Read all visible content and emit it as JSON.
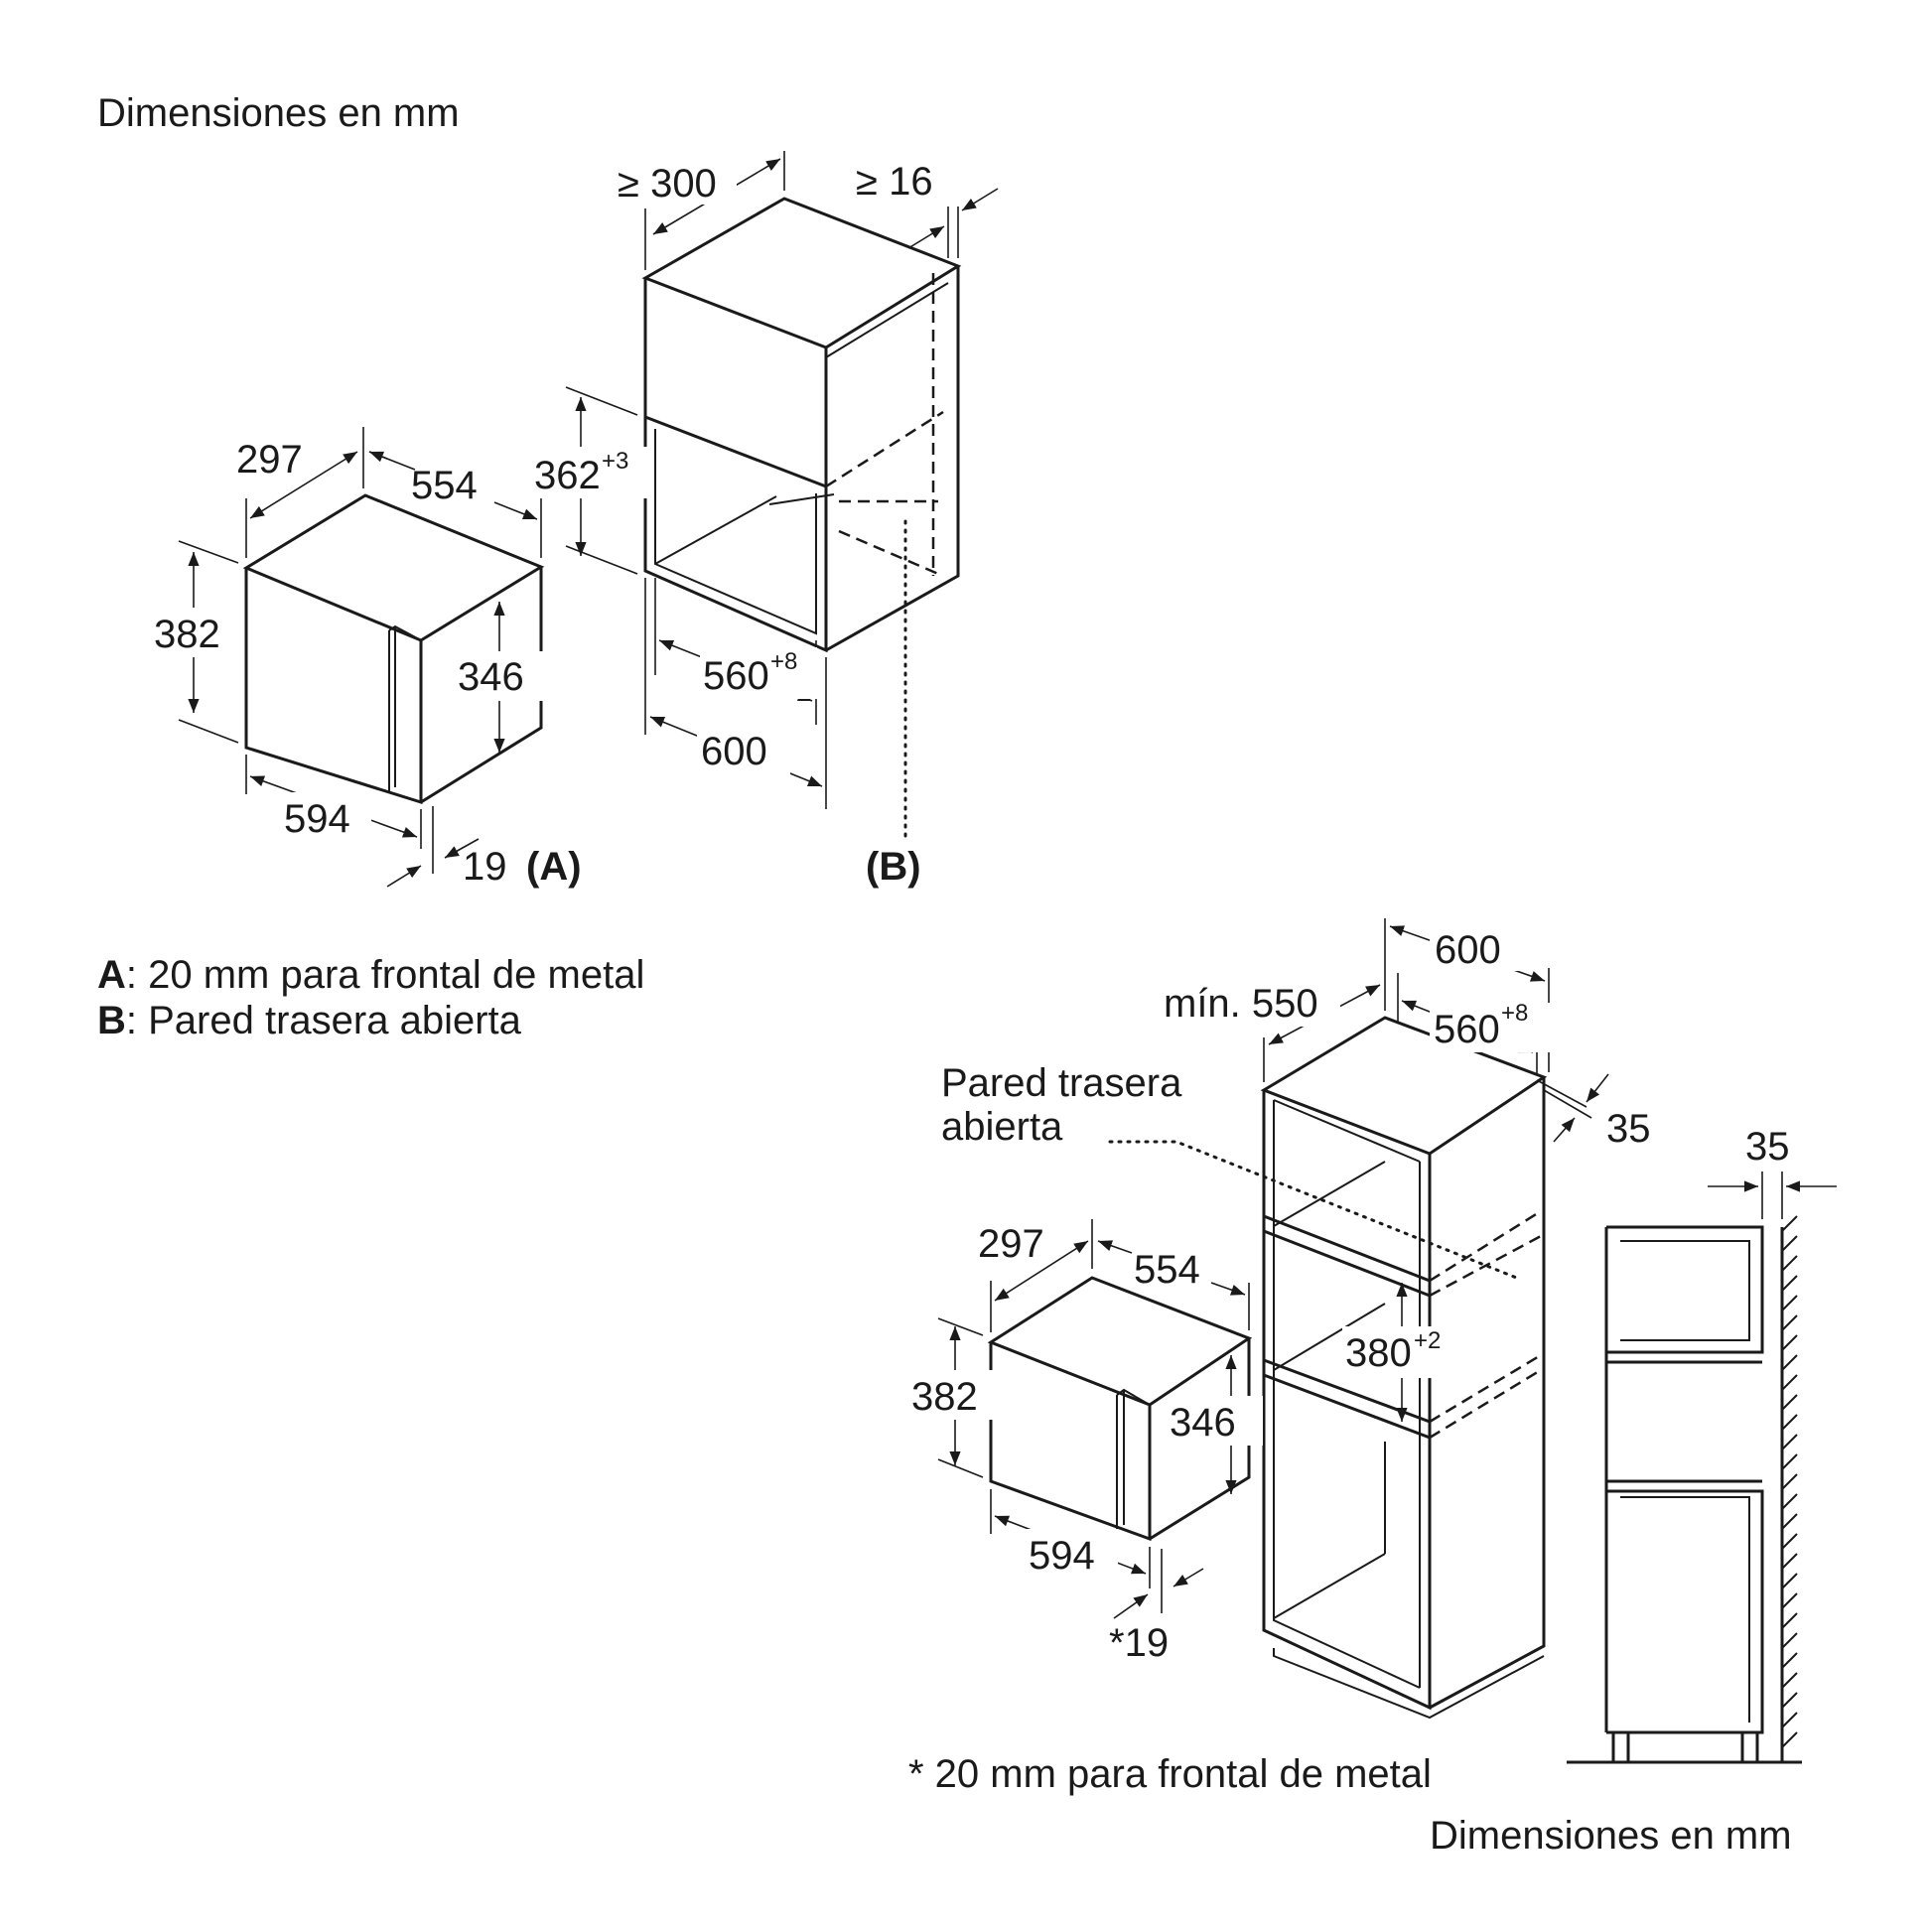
{
  "diagram_a": {
    "title": "Dimensiones en mm",
    "device": {
      "depth": "297",
      "width_top": "554",
      "height_outer": "382",
      "height_inner": "346",
      "width_front": "594",
      "frontal": "19",
      "label": "(A)"
    },
    "niche": {
      "depth": "≥ 300",
      "gap": "≥ 16",
      "height": "362",
      "height_tol": "+3",
      "width_inner": "560",
      "width_inner_tol": "+8",
      "width_outer": "600",
      "label": "(B)"
    },
    "notes": [
      {
        "key": "A",
        "text": ": 20 mm para frontal de metal"
      },
      {
        "key": "B",
        "text": ": Pared trasera abierta"
      }
    ]
  },
  "diagram_b": {
    "title": "Dimensiones en mm",
    "device": {
      "depth": "297",
      "width_top": "554",
      "height_outer": "382",
      "height_inner": "346",
      "width_front": "594",
      "frontal": "*19"
    },
    "cabinet": {
      "outer_width": "600",
      "min_depth": "mín. 550",
      "inner_width": "560",
      "inner_width_tol": "+8",
      "side_gap": "35",
      "niche_height": "380",
      "niche_height_tol": "+2",
      "rear_wall_line1": "Pared trasera",
      "rear_wall_line2": "abierta",
      "wall_gap": "35"
    },
    "footnote": "* 20 mm para frontal de metal"
  },
  "colors": {
    "ink": "#1a1a1a",
    "background": "#ffffff"
  }
}
